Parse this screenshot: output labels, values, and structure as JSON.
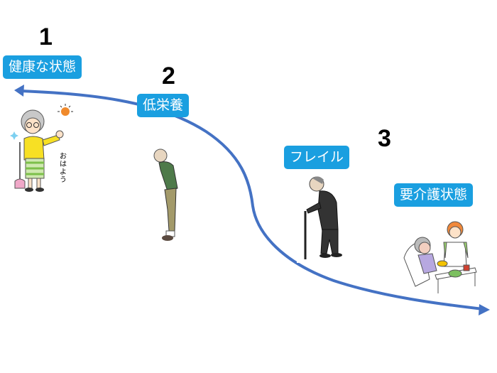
{
  "diagram": {
    "description": "Progression curve from healthy state to nursing-care-required state",
    "curve_color": "#4472c4",
    "label_bg_color": "#1a9fe0",
    "stages": [
      {
        "number": "1",
        "label": "健康な状態",
        "illustration": "healthy elderly woman with broom waving",
        "caption": "おはよう"
      },
      {
        "number": "2",
        "label": "低栄養",
        "illustration": "hunched elderly man standing"
      },
      {
        "number": "3",
        "label": "フレイル",
        "illustration": "elderly man walking with cane"
      },
      {
        "number": "",
        "label": "要介護状態",
        "illustration": "caregiver feeding bedridden elderly woman"
      }
    ]
  }
}
